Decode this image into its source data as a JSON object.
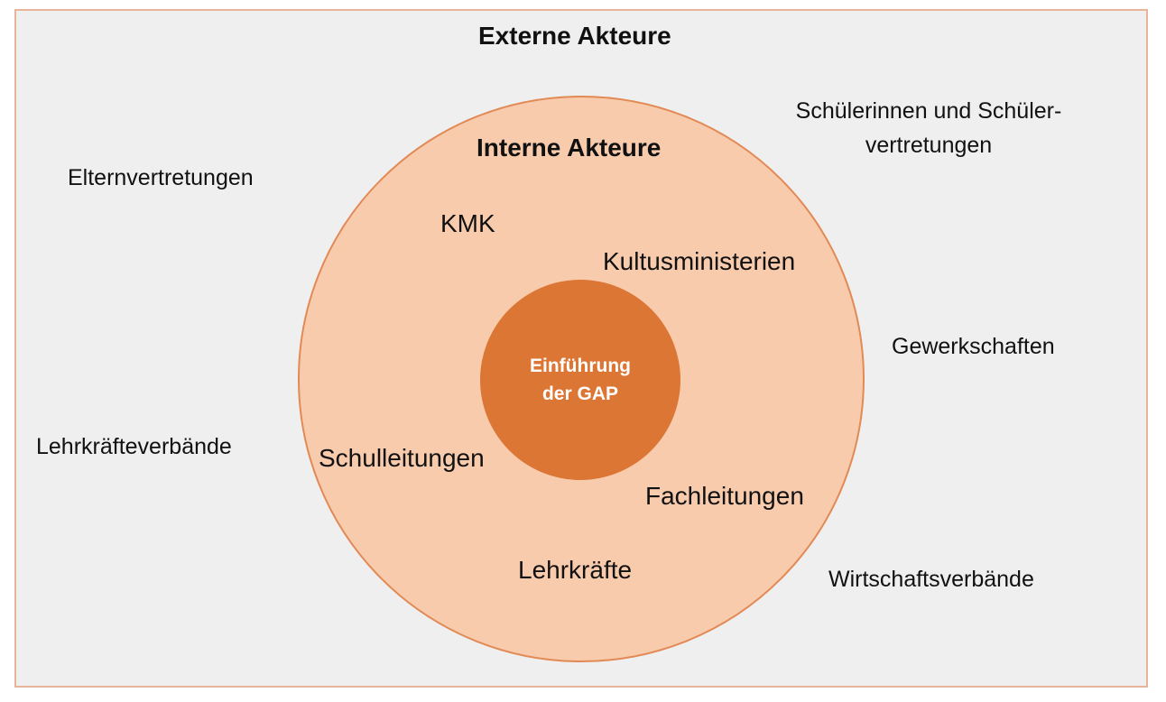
{
  "external": {
    "heading": "Externe Akteure",
    "items": [
      "Elternvertretungen",
      "Lehrkräfteverbände",
      "Schülerinnen und Schüler-",
      "vertretungen",
      "Gewerkschaften",
      "Wirtschaftsverbände"
    ]
  },
  "internal": {
    "heading": "Interne Akteure",
    "items": [
      "KMK",
      "Kultusministerien",
      "Schulleitungen",
      "Fachleitungen",
      "Lehrkräfte"
    ]
  },
  "core": {
    "line1": "Einführung",
    "line2": "der GAP"
  },
  "colors": {
    "background": "#efefef",
    "frame_border": "#e8b49c",
    "outer_circle_fill": "#f8cbad",
    "outer_circle_border": "#e28a55",
    "inner_circle_fill": "#dc7634",
    "core_text": "#ffffff"
  }
}
